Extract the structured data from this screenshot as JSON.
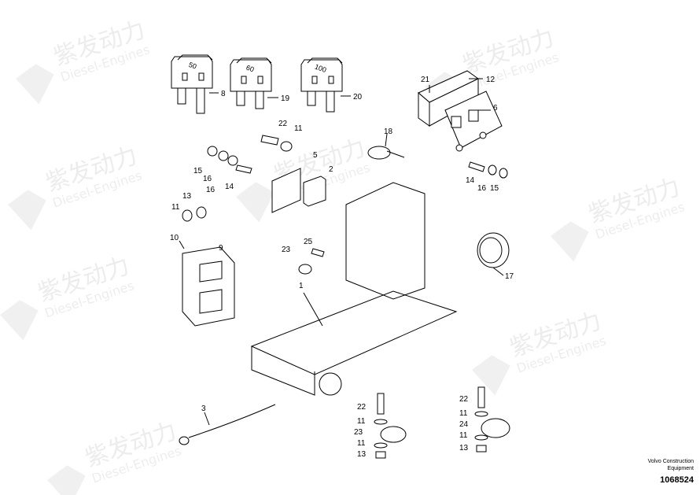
{
  "watermark": {
    "brand_cn": "紫发动力",
    "brand_en": "Diesel-Engines"
  },
  "fuses": [
    {
      "rating": "50",
      "callout": "8"
    },
    {
      "rating": "60",
      "callout": "19"
    },
    {
      "rating": "100",
      "callout": "20"
    }
  ],
  "callouts": {
    "c1": "1",
    "c2": "2",
    "c3": "3",
    "c5": "5",
    "c6": "6",
    "c9": "9",
    "c10": "10",
    "c11a": "11",
    "c11b": "11",
    "c12": "12",
    "c13a": "13",
    "c14a": "14",
    "c14b": "14",
    "c15a": "15",
    "c15b": "15",
    "c16a": "16",
    "c16b": "16",
    "c17": "17",
    "c18": "18",
    "c21": "21",
    "c22a": "22",
    "c23a": "23",
    "c25": "25",
    "clampA": {
      "c22": "22",
      "c11a": "11",
      "c23": "23",
      "c11b": "11",
      "c13": "13"
    },
    "clampB": {
      "c22": "22",
      "c11a": "11",
      "c24": "24",
      "c11b": "11",
      "c13": "13"
    }
  },
  "credit": {
    "line1": "Volvo Construction",
    "line2": "Equipment",
    "number": "1068524"
  }
}
